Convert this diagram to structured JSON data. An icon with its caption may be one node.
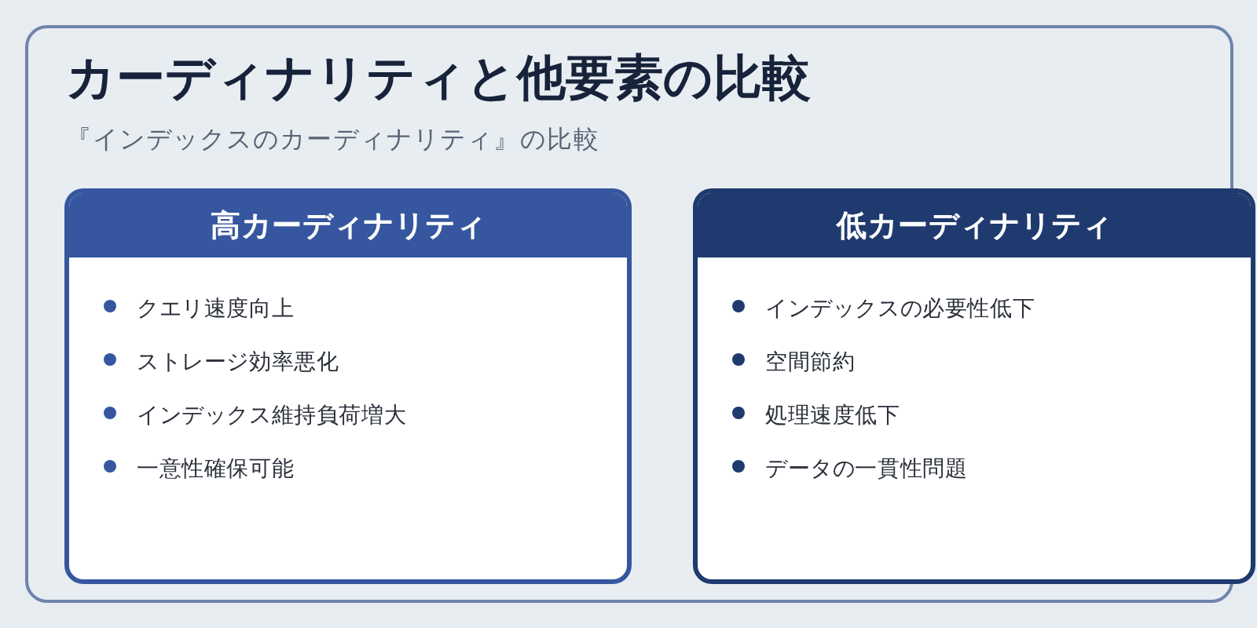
{
  "diagram": {
    "nodes": [
      {
        "text": [
          "カーディナリティと他要素の比較",
          "『インデックスのカーディナリティ』の比較"
        ]
      },
      {
        "text": [
          "高カーディナリティ",
          "クエリ速度向上",
          "ストレージ効率悪化",
          "インデックス維持負荷増大",
          "一意性確保可能"
        ],
        "in": 0
      },
      {
        "text": [
          "低カーディナリティ",
          "インデックスの必要性低下",
          "空間節約",
          "処理速度低下",
          "データの一貫性問題"
        ],
        "in": 0
      }
    ]
  }
}
